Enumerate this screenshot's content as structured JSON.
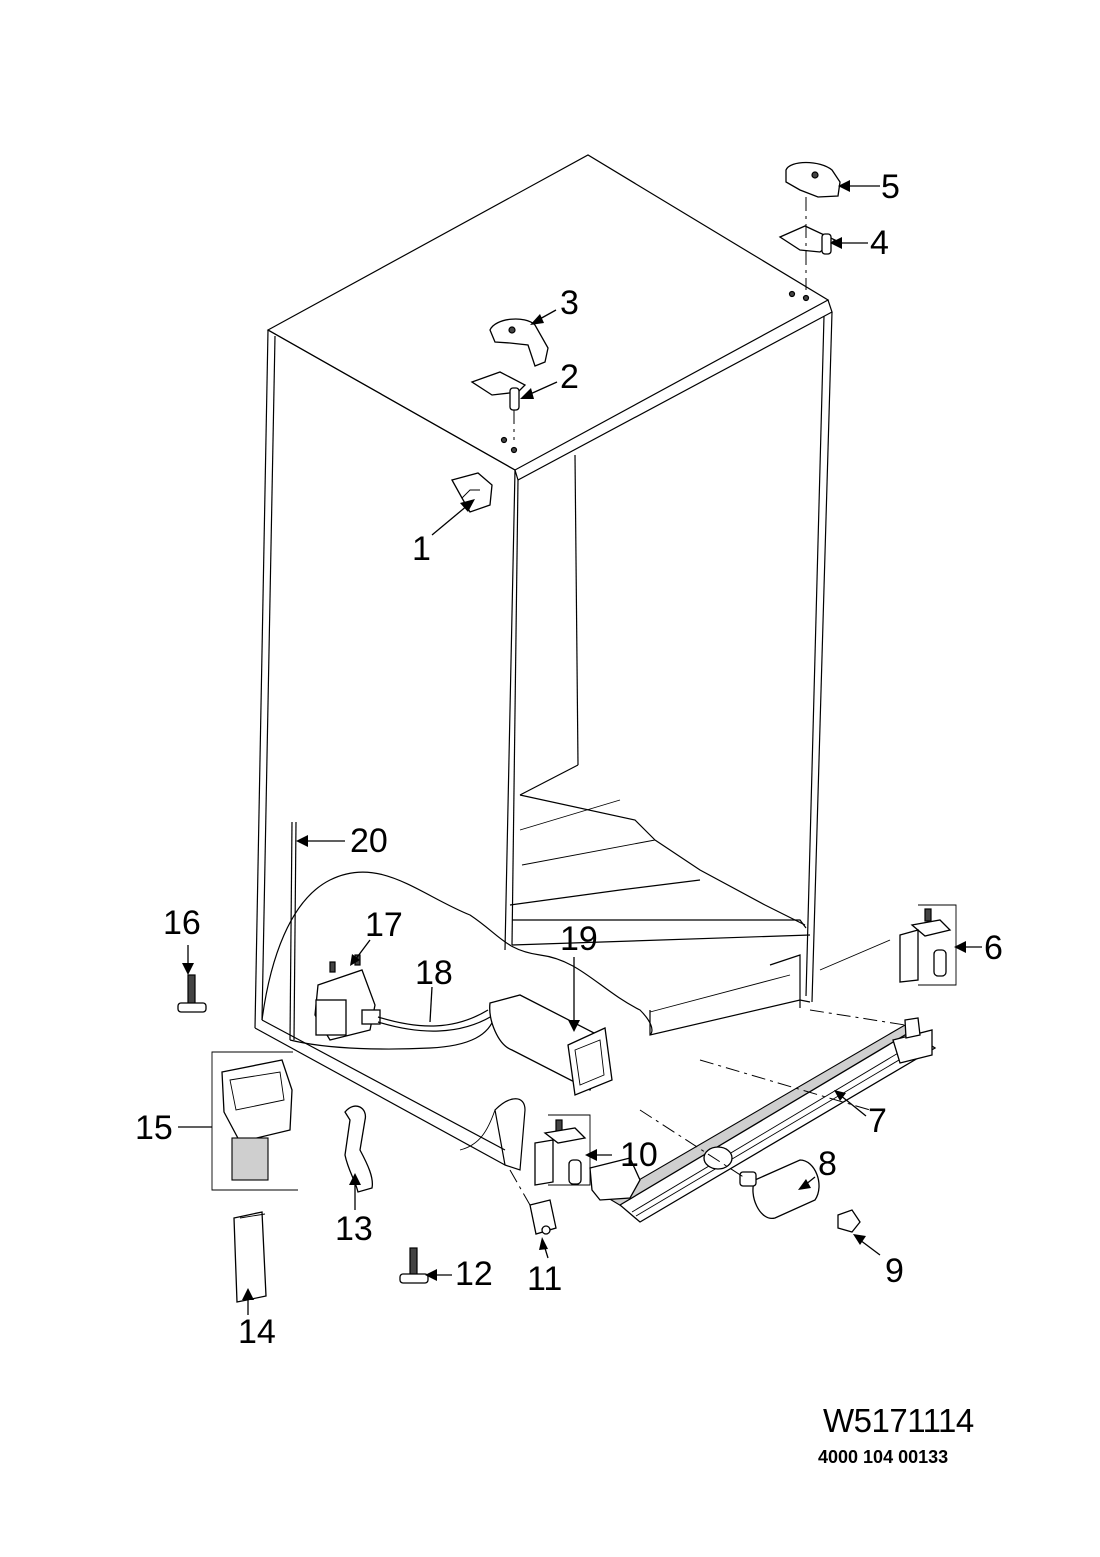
{
  "callouts": [
    {
      "id": "1",
      "label": "1"
    },
    {
      "id": "2",
      "label": "2"
    },
    {
      "id": "3",
      "label": "3"
    },
    {
      "id": "4",
      "label": "4"
    },
    {
      "id": "5",
      "label": "5"
    },
    {
      "id": "6",
      "label": "6"
    },
    {
      "id": "7",
      "label": "7"
    },
    {
      "id": "8",
      "label": "8"
    },
    {
      "id": "9",
      "label": "9"
    },
    {
      "id": "10",
      "label": "10"
    },
    {
      "id": "11",
      "label": "11"
    },
    {
      "id": "12",
      "label": "12"
    },
    {
      "id": "13",
      "label": "13"
    },
    {
      "id": "14",
      "label": "14"
    },
    {
      "id": "15",
      "label": "15"
    },
    {
      "id": "16",
      "label": "16"
    },
    {
      "id": "17",
      "label": "17"
    },
    {
      "id": "18",
      "label": "18"
    },
    {
      "id": "19",
      "label": "19"
    },
    {
      "id": "20",
      "label": "20"
    }
  ],
  "footer": {
    "drawing_number": "W5171114",
    "catalog_number": "4000 104 00133"
  }
}
